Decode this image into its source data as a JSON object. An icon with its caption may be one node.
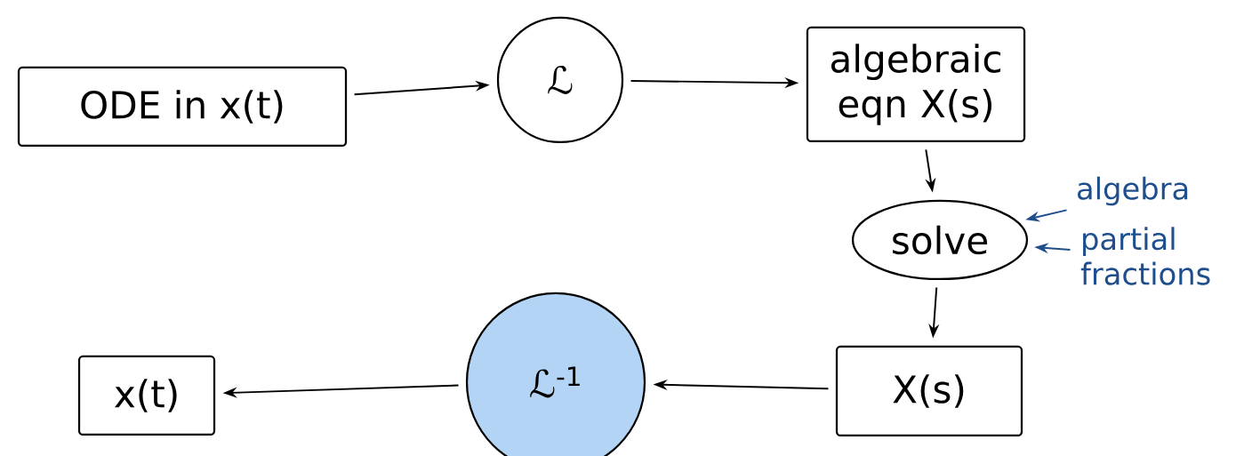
{
  "diagram": {
    "nodes": [
      {
        "text": [
          "ODE in x(t)"
        ]
      },
      {
        "text": [
          "ℒ"
        ]
      },
      {
        "text": [
          "algebraic eqn X(s)"
        ]
      },
      {
        "text": [
          "solve"
        ]
      },
      {
        "text": [
          "algebra"
        ]
      },
      {
        "text": [
          "partial fractions"
        ]
      },
      {
        "text": [
          "X(s)"
        ]
      },
      {
        "text": [
          "ℒ$^{-1}$"
        ]
      },
      {
        "text": [
          "x(t)"
        ]
      }
    ],
    "edges": [
      {
        "from": 0,
        "to": 1,
        "arrow": "to"
      },
      {
        "from": 1,
        "to": 2,
        "arrow": "to"
      },
      {
        "from": 2,
        "to": 3,
        "arrow": "to"
      },
      {
        "from": 4,
        "to": 3,
        "arrow": "to",
        "color": "#1f4e8c"
      },
      {
        "from": 5,
        "to": 3,
        "arrow": "to",
        "color": "#1f4e8c"
      },
      {
        "from": 3,
        "to": 6,
        "arrow": "to"
      },
      {
        "from": 6,
        "to": 7,
        "arrow": "to"
      },
      {
        "from": 7,
        "to": 8,
        "arrow": "to"
      }
    ]
  }
}
